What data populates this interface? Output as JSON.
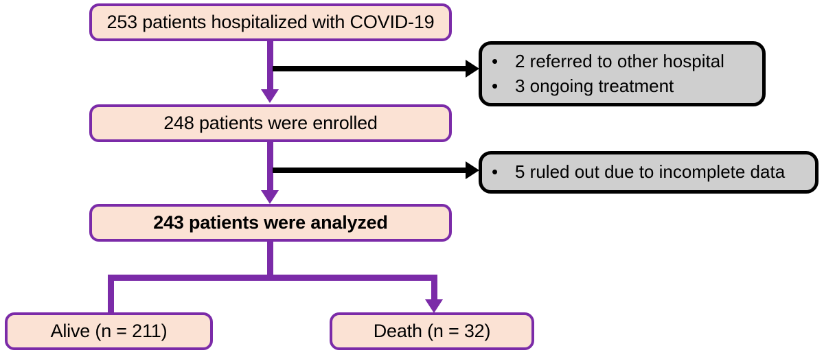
{
  "diagram": {
    "type": "flowchart",
    "title": "CONSORT-style patient flow diagram",
    "colors": {
      "flow_fill": "#FBE2D4",
      "flow_border": "#7B2BA8",
      "exclusion_fill": "#CFCFCF",
      "exclusion_border": "#000000",
      "arrow_purple": "#7B2BA8",
      "arrow_black": "#000000",
      "background": "#FFFFFF"
    },
    "nodes": {
      "hospitalized": {
        "label": "253 patients hospitalized with COVID-19",
        "count": 253
      },
      "enrolled": {
        "label": "248 patients were enrolled",
        "count": 248
      },
      "analyzed": {
        "label": "243 patients were analyzed",
        "count": 243
      },
      "alive": {
        "label": "Alive (n = 211)",
        "count": 211
      },
      "death": {
        "label": "Death (n = 32)",
        "count": 32
      }
    },
    "exclusions": {
      "first": {
        "items": [
          {
            "bullet": "•",
            "text": "2 referred to other hospital",
            "count": 2
          },
          {
            "bullet": "•",
            "text": "3 ongoing treatment",
            "count": 3
          }
        ]
      },
      "second": {
        "items": [
          {
            "bullet": "•",
            "text": "5 ruled out due to incomplete data",
            "count": 5
          }
        ]
      }
    }
  }
}
